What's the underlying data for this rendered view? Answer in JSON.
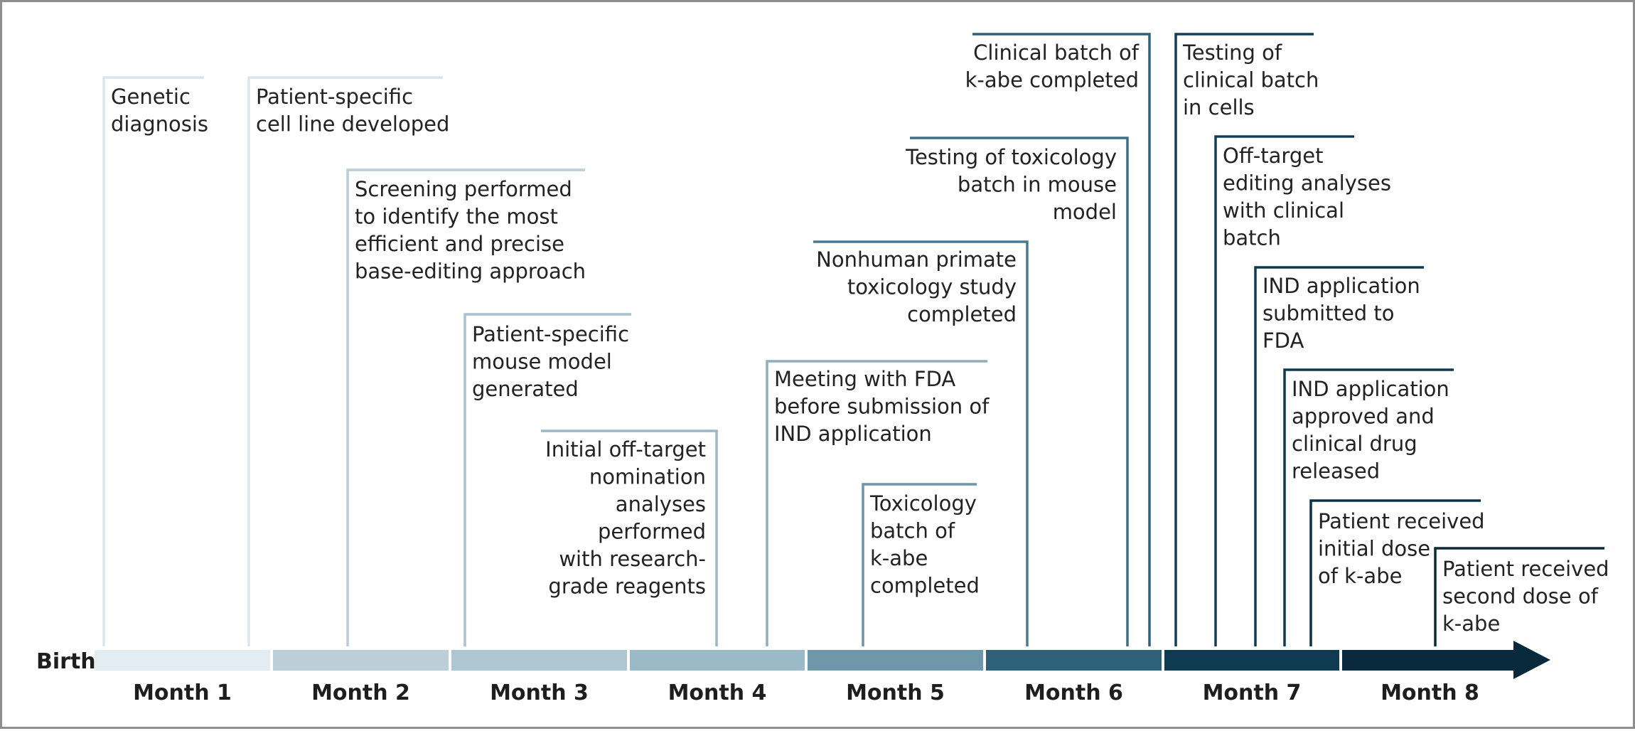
{
  "start_label": "Birth",
  "months": [
    "Month 1",
    "Month 2",
    "Month 3",
    "Month 4",
    "Month 5",
    "Month 6",
    "Month 7",
    "Month 8"
  ],
  "colors": {
    "segments": [
      "#e3ecf1",
      "#bccfd9",
      "#adc6d2",
      "#9bbac8",
      "#6e97aa",
      "#2e6179",
      "#0e3a52",
      "#082a3c"
    ],
    "text": "#222222",
    "frame": "#8e8e8e"
  },
  "events": [
    {
      "id": "genetic-diagnosis",
      "lines": [
        "Genetic",
        "diagnosis"
      ],
      "color": "#dbe6ec"
    },
    {
      "id": "cell-line",
      "lines": [
        "Patient-specific",
        "cell line developed"
      ],
      "color": "#dbe6ec"
    },
    {
      "id": "screening",
      "lines": [
        "Screening performed",
        "to identify the most",
        "efficient and precise",
        "base-editing approach"
      ],
      "color": "#b9cdd8"
    },
    {
      "id": "mouse-model",
      "lines": [
        "Patient-specific",
        "mouse model",
        "generated"
      ],
      "color": "#a9c2cf"
    },
    {
      "id": "off-target-initial",
      "lines": [
        "Initial off-target",
        "nomination",
        "analyses",
        "performed",
        "with research-",
        "grade reagents"
      ],
      "color": "#9ab8c6"
    },
    {
      "id": "fda-meeting",
      "lines": [
        "Meeting with FDA",
        "before submission of",
        "IND application"
      ],
      "color": "#8eaebe"
    },
    {
      "id": "tox-batch",
      "lines": [
        "Toxicology",
        "batch of",
        "k-abe",
        "completed"
      ],
      "color": "#6c95a8"
    },
    {
      "id": "nhp-tox",
      "lines": [
        "Nonhuman primate",
        "toxicology study",
        "completed"
      ],
      "color": "#4a7a90"
    },
    {
      "id": "tox-testing",
      "lines": [
        "Testing of toxicology",
        "batch in mouse",
        "model"
      ],
      "color": "#3d6e85"
    },
    {
      "id": "clinical-batch",
      "lines": [
        "Clinical batch of",
        "k-abe completed"
      ],
      "color": "#2e6179"
    },
    {
      "id": "clinical-testing",
      "lines": [
        "Testing of",
        "clinical batch",
        "in cells"
      ],
      "color": "#123f57"
    },
    {
      "id": "off-target-clinical",
      "lines": [
        "Off-target",
        "editing analyses",
        "with clinical",
        "batch"
      ],
      "color": "#123f57"
    },
    {
      "id": "ind-submitted",
      "lines": [
        "IND application",
        "submitted to",
        "FDA"
      ],
      "color": "#0e3a52"
    },
    {
      "id": "ind-approved",
      "lines": [
        "IND application",
        "approved and",
        "clinical drug",
        "released"
      ],
      "color": "#0e3a52"
    },
    {
      "id": "first-dose",
      "lines": [
        "Patient received",
        "initial dose",
        "of k-abe"
      ],
      "color": "#0b3248"
    },
    {
      "id": "second-dose",
      "lines": [
        "Patient received",
        "second dose of",
        "k-abe"
      ],
      "color": "#082a3c"
    }
  ]
}
